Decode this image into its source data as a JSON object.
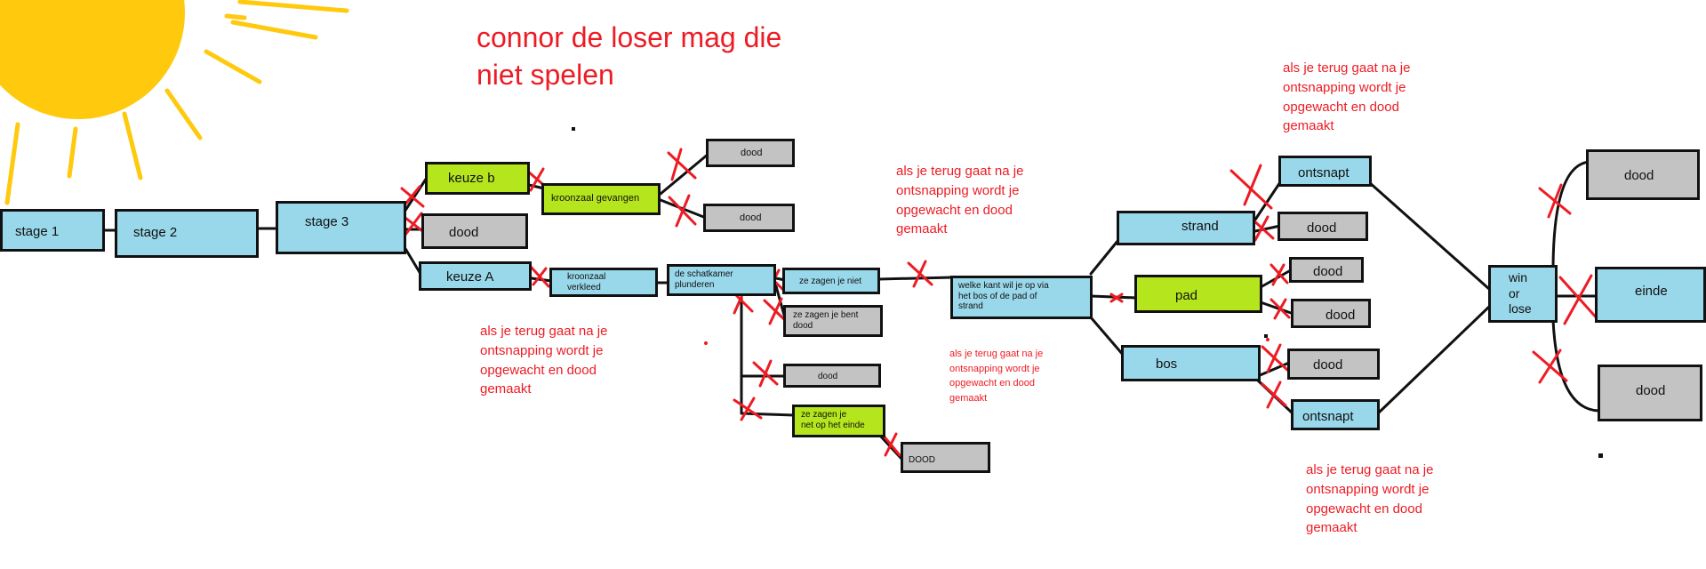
{
  "title": "connor de loser mag die\nniet spelen",
  "note_text": "als je terug gaat na je\nontsnapping wordt je\nopgewacht en dood\ngemaakt",
  "nodes": {
    "stage1": "stage 1",
    "stage2": "stage 2",
    "stage3": "stage 3",
    "keuze_b": "keuze b",
    "dood_s3": "dood",
    "keuze_a": "keuze A",
    "kroonzaal_gevangen": "kroonzaal gevangen",
    "dood_kg_top": "dood",
    "dood_kg_bottom": "dood",
    "kroonzaal_verkleed": "kroonzaal\nverkleed",
    "schatkamer": "de schatkamer\nplunderen",
    "ze_zagen_niet": "ze zagen je niet",
    "ze_zagen_dood": "ze zagen je  bent\ndood",
    "dood_mid": "dood",
    "ze_zagen_einde": "ze zagen je\nnet op het einde",
    "dood_caps": "DOOD",
    "welke_kant": "welke kant wil je op via\nhet bos of de pad of\nstrand",
    "strand": "strand",
    "pad": "pad",
    "bos": "bos",
    "ontsnapt_top": "ontsnapt",
    "dood_strand": "dood",
    "dood_pad_top": "dood",
    "dood_pad_bottom": "dood",
    "dood_bos": "dood",
    "ontsnapt_bottom": "ontsnapt",
    "win_or_lose": "win\nor\nlose",
    "dood_final_top": "dood",
    "einde": "einde",
    "dood_final_bottom": "dood"
  },
  "colors": {
    "blue": "#99d8ea",
    "grey": "#c3c3c3",
    "green": "#b5e61d",
    "red": "#ed1c24",
    "sun": "#ffc90e"
  },
  "icons": {
    "sun": "sun-icon",
    "cross": "cross-mark-icon"
  }
}
